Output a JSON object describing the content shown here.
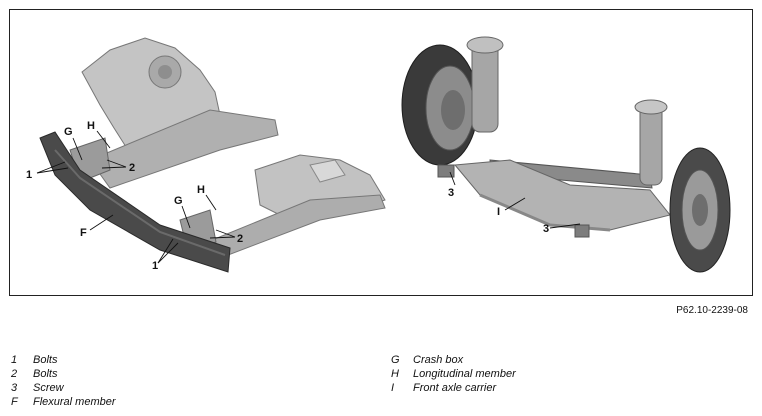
{
  "figure_id": "P62.10-2239-08",
  "callouts": {
    "left_bolts_1_top": "1",
    "left_crashbox_g_top": "G",
    "left_long_h_top": "H",
    "left_bolts_2_top": "2",
    "left_flexural_f": "F",
    "left_crashbox_g_bottom": "G",
    "left_long_h_bottom": "H",
    "left_bolts_2_bottom": "2",
    "left_bolts_1_bottom": "1",
    "right_screw_3_top": "3",
    "right_carrier_i": "I",
    "right_screw_3_bottom": "3"
  },
  "legend_left": [
    {
      "key": "1",
      "text": "Bolts"
    },
    {
      "key": "2",
      "text": "Bolts"
    },
    {
      "key": "3",
      "text": "Screw"
    },
    {
      "key": "F",
      "text": "Flexural member"
    }
  ],
  "legend_right": [
    {
      "key": "G",
      "text": "Crash box"
    },
    {
      "key": "H",
      "text": "Longitudinal member"
    },
    {
      "key": "I",
      "text": "Front axle carrier"
    }
  ],
  "colors": {
    "body_metal": "#b9b9b9",
    "body_metal_dark": "#8e8e8e",
    "flexural_member": "#4a4a4a",
    "tire": "#3a3a3a",
    "leader": "#111111"
  }
}
